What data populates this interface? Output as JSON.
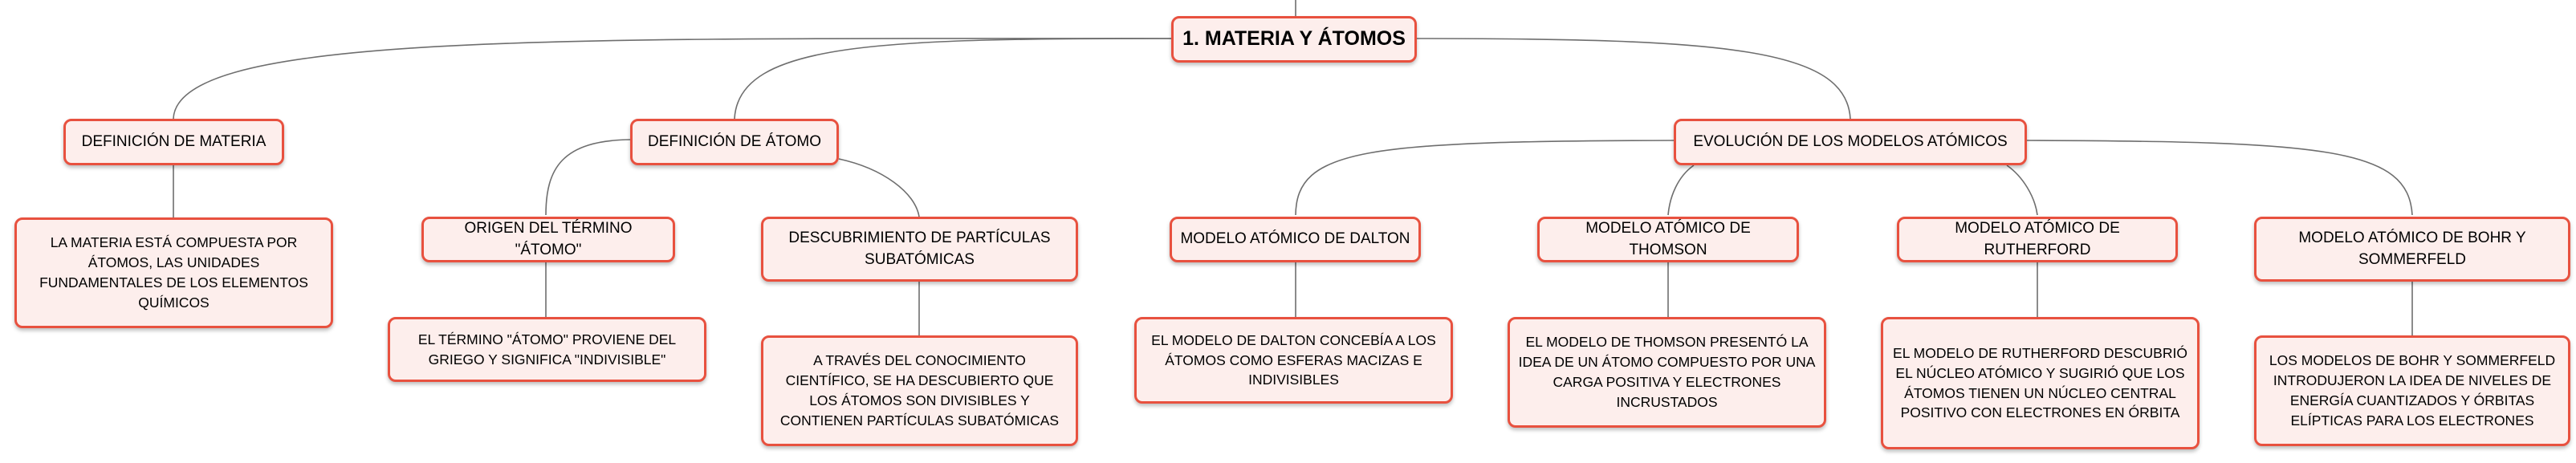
{
  "colors": {
    "node_border": "#e8513f",
    "node_fill": "#fdeeec",
    "connector": "#6e6e6e",
    "text": "#000000"
  },
  "map": {
    "root": "1. MATERIA Y ÁTOMOS",
    "def_materia": "DEFINICIÓN DE MATERIA",
    "def_materia_text": "LA MATERIA ESTÁ COMPUESTA POR ÁTOMOS, LAS UNIDADES FUNDAMENTALES DE LOS ELEMENTOS QUÍMICOS",
    "def_atomo": "DEFINICIÓN DE ÁTOMO",
    "origen": "ORIGEN DEL TÉRMINO \"ÁTOMO\"",
    "origen_text": "EL TÉRMINO \"ÁTOMO\" PROVIENE DEL GRIEGO Y SIGNIFICA \"INDIVISIBLE\"",
    "descubrimiento": "DESCUBRIMIENTO DE PARTÍCULAS SUBATÓMICAS",
    "descubrimiento_text": "A TRAVÉS DEL CONOCIMIENTO CIENTÍFICO, SE HA DESCUBIERTO QUE LOS ÁTOMOS SON DIVISIBLES Y CONTIENEN PARTÍCULAS SUBATÓMICAS",
    "evolucion": "EVOLUCIÓN DE LOS MODELOS ATÓMICOS",
    "dalton": "MODELO ATÓMICO DE DALTON",
    "dalton_text": "EL MODELO DE DALTON CONCEBÍA A LOS ÁTOMOS COMO ESFERAS MACIZAS E INDIVISIBLES",
    "thomson": "MODELO ATÓMICO DE THOMSON",
    "thomson_text": "EL MODELO DE THOMSON PRESENTÓ LA IDEA DE UN ÁTOMO COMPUESTO POR UNA CARGA POSITIVA Y ELECTRONES INCRUSTADOS",
    "rutherford": "MODELO ATÓMICO DE RUTHERFORD",
    "rutherford_text": "EL MODELO DE RUTHERFORD DESCUBRIÓ EL NÚCLEO ATÓMICO Y SUGIRIÓ QUE LOS ÁTOMOS TIENEN UN NÚCLEO CENTRAL POSITIVO CON ELECTRONES EN ÓRBITA",
    "bohr": "MODELO ATÓMICO DE BOHR Y SOMMERFELD",
    "bohr_text": "LOS MODELOS DE BOHR Y SOMMERFELD INTRODUJERON LA IDEA DE NIVELES DE ENERGÍA CUANTIZADOS Y ÓRBITAS ELÍPTICAS PARA LOS ELECTRONES"
  }
}
